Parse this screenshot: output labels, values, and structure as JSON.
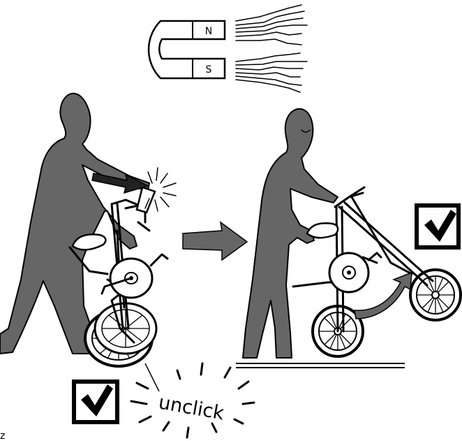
{
  "magnet": {
    "north_label": "N",
    "south_label": "S"
  },
  "callouts": {
    "unclick_label": "unclick"
  },
  "checks": {
    "check_glyph": "✓"
  },
  "corner_mark": "z",
  "colors": {
    "figure_fill": "#666666",
    "ink": "#000000",
    "background": "#ffffff",
    "arrow_fill": "#666666"
  }
}
